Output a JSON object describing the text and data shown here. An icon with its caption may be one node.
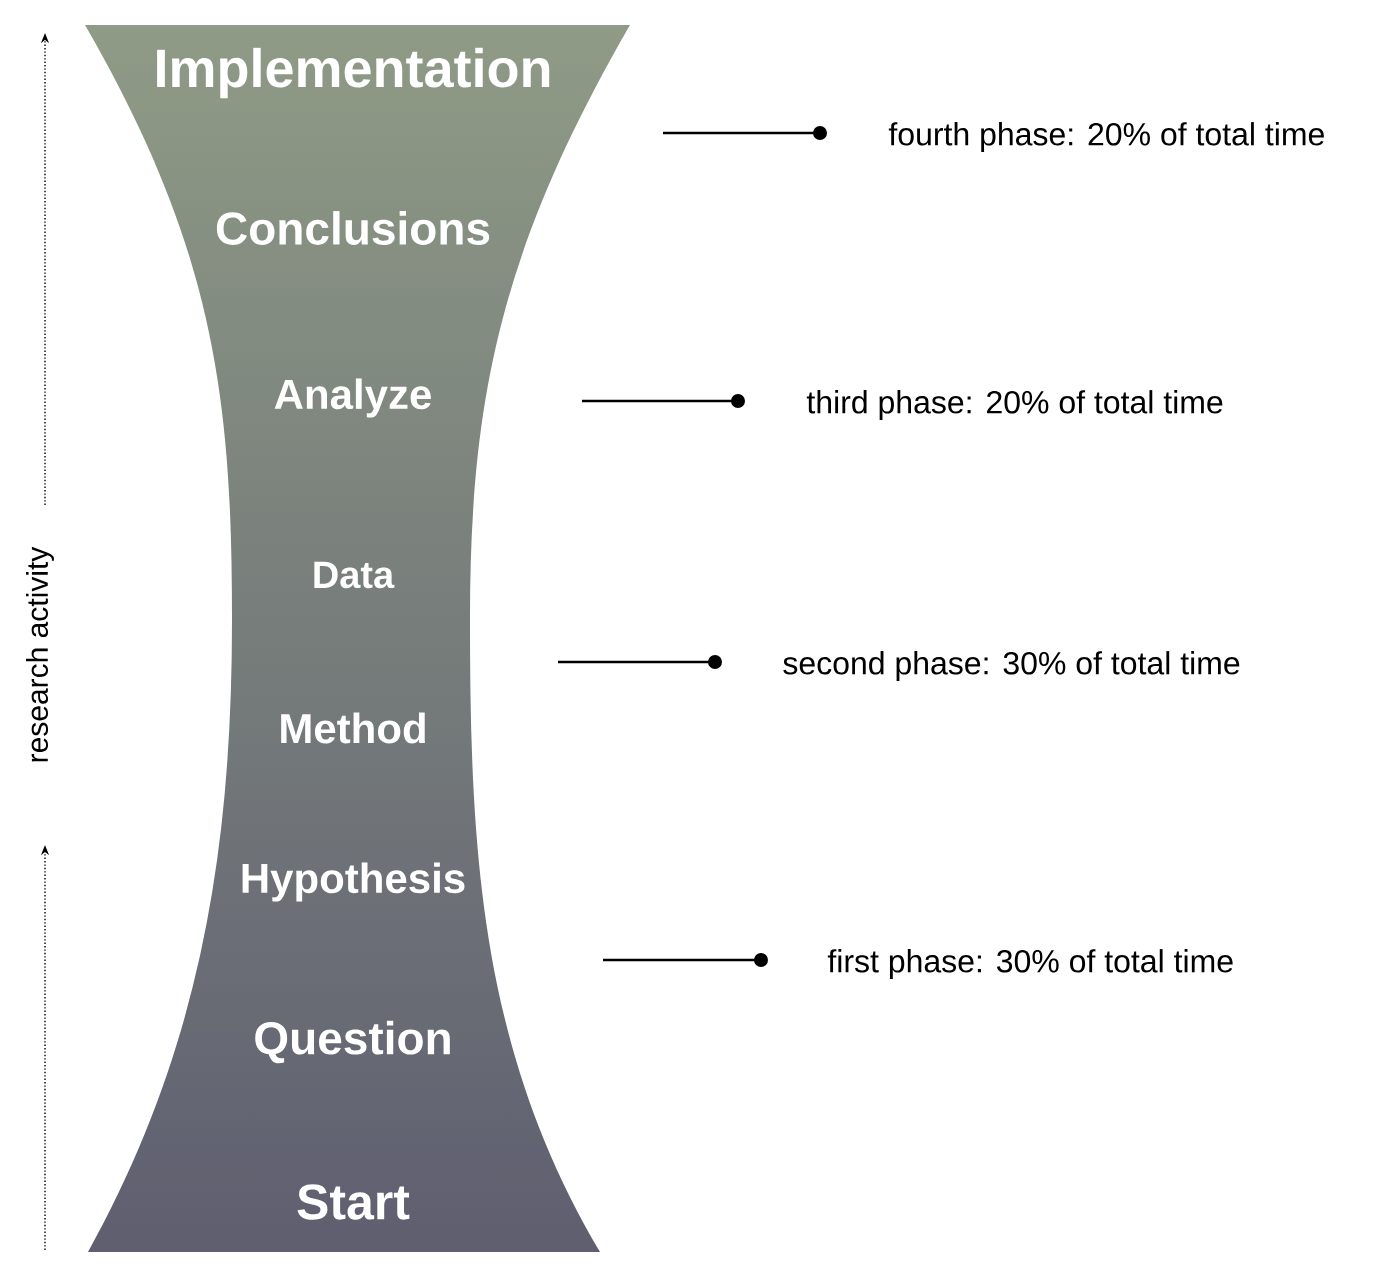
{
  "diagram": {
    "nodes": [
      {
        "text": [
          "Implementation",
          "Conclusions",
          "Analyze",
          "Data",
          "Method",
          "Hypothesis",
          "Question",
          "Start"
        ]
      },
      {
        "text": [
          "fourth phase: 20% of total time"
        ]
      },
      {
        "text": [
          "third phase: 20% of total time"
        ]
      },
      {
        "text": [
          "second phase: 30% of total time"
        ]
      },
      {
        "text": [
          "first phase: 30% of total time"
        ]
      }
    ],
    "labels": [
      "research activity"
    ]
  }
}
